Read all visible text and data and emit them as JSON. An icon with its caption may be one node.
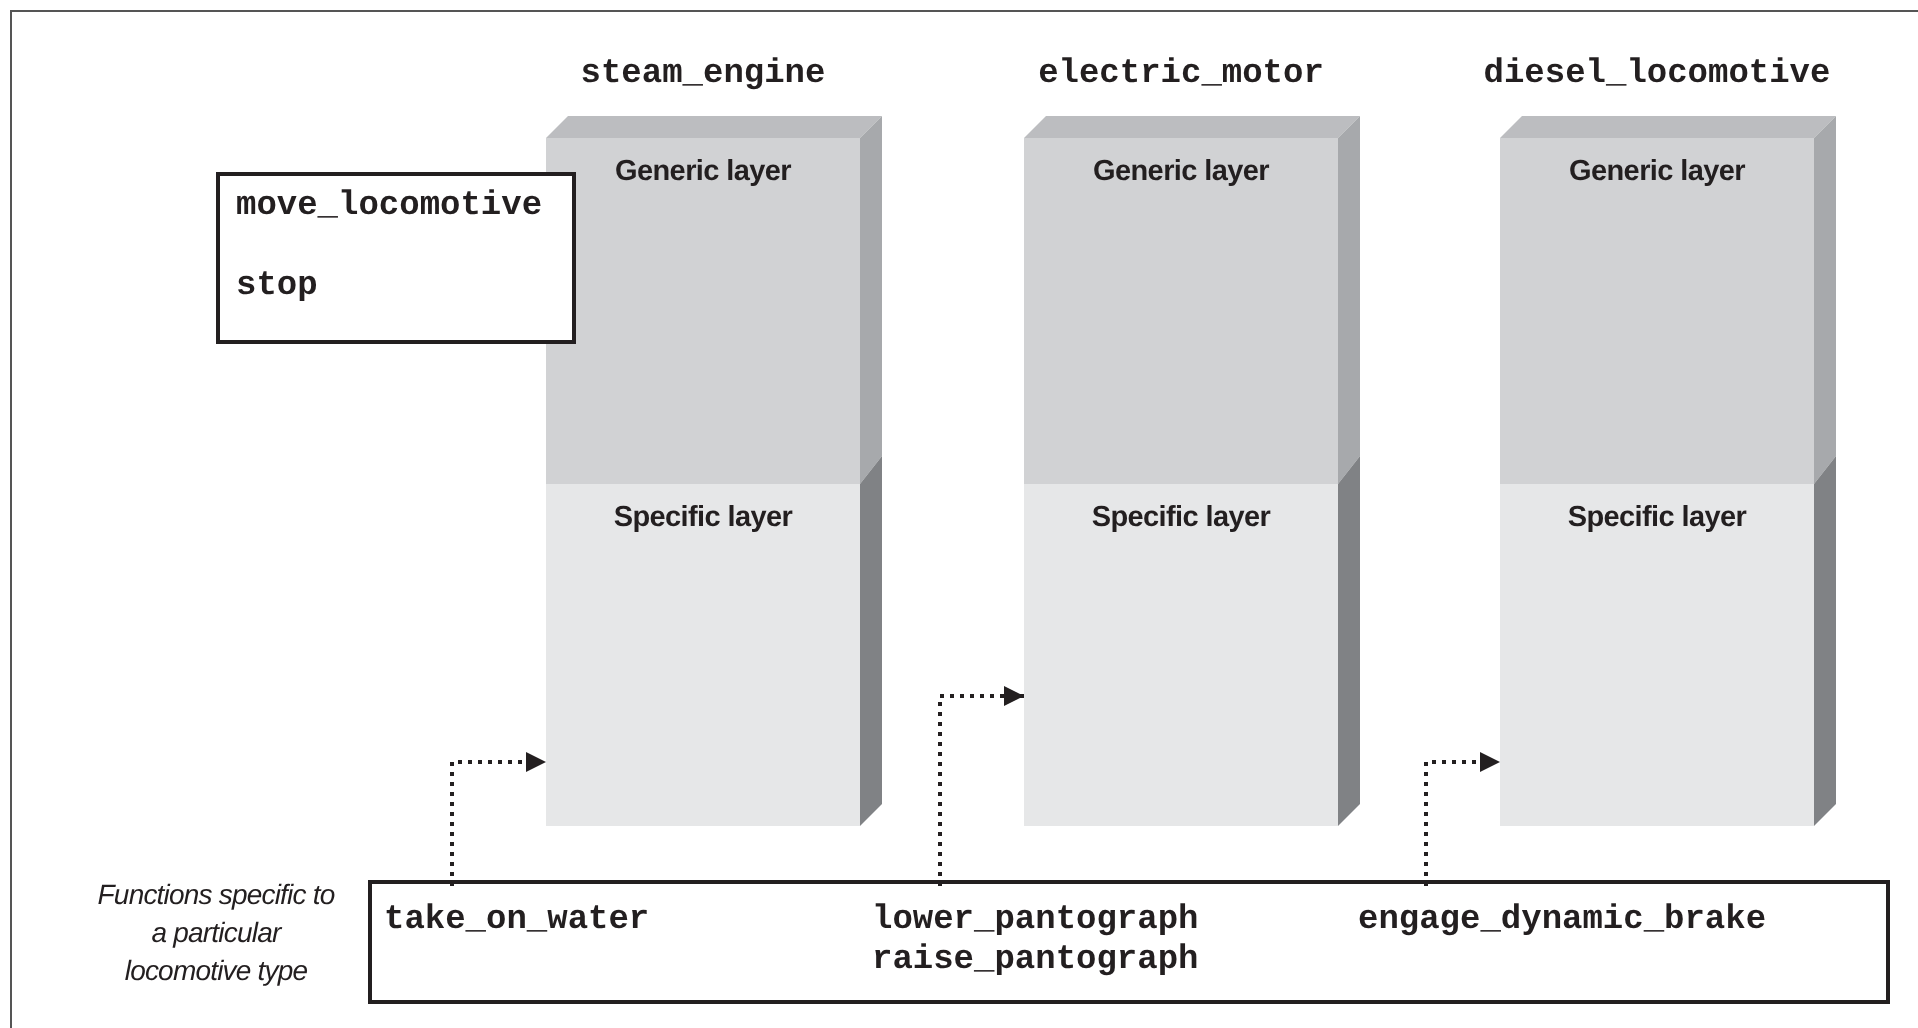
{
  "diagram": {
    "nodes": [
      {
        "text": [
          "steam_engine"
        ]
      },
      {
        "text": [
          "Generic layer"
        ],
        "in": 0
      },
      {
        "text": [
          "Specific layer"
        ],
        "in": 0
      },
      {
        "text": [
          "electric_motor"
        ]
      },
      {
        "text": [
          "Generic layer"
        ],
        "in": 3
      },
      {
        "text": [
          "Specific layer"
        ],
        "in": 3
      },
      {
        "text": [
          "diesel_locomotive"
        ]
      },
      {
        "text": [
          "Generic layer"
        ],
        "in": 6
      },
      {
        "text": [
          "Specific layer"
        ],
        "in": 6
      },
      {
        "text": [
          "move_locomotive",
          "stop"
        ]
      },
      {
        "text": [],
        "shape": "box",
        "beside": [
          "Functions specific to a particular locomotive type"
        ]
      },
      {
        "text": [
          "take_on_water"
        ],
        "in": 10
      },
      {
        "text": [
          "lower_pantograph raise_pantograph"
        ],
        "in": 10
      },
      {
        "text": [
          "engage_dynamic_brake"
        ],
        "in": 10
      }
    ],
    "edges": [
      {
        "from": 11,
        "to": 2,
        "arrow": "to",
        "style": "dashed"
      },
      {
        "from": 12,
        "to": 5,
        "arrow": "to",
        "style": "dashed"
      },
      {
        "from": 13,
        "to": 8,
        "arrow": "to",
        "style": "dashed"
      }
    ]
  }
}
